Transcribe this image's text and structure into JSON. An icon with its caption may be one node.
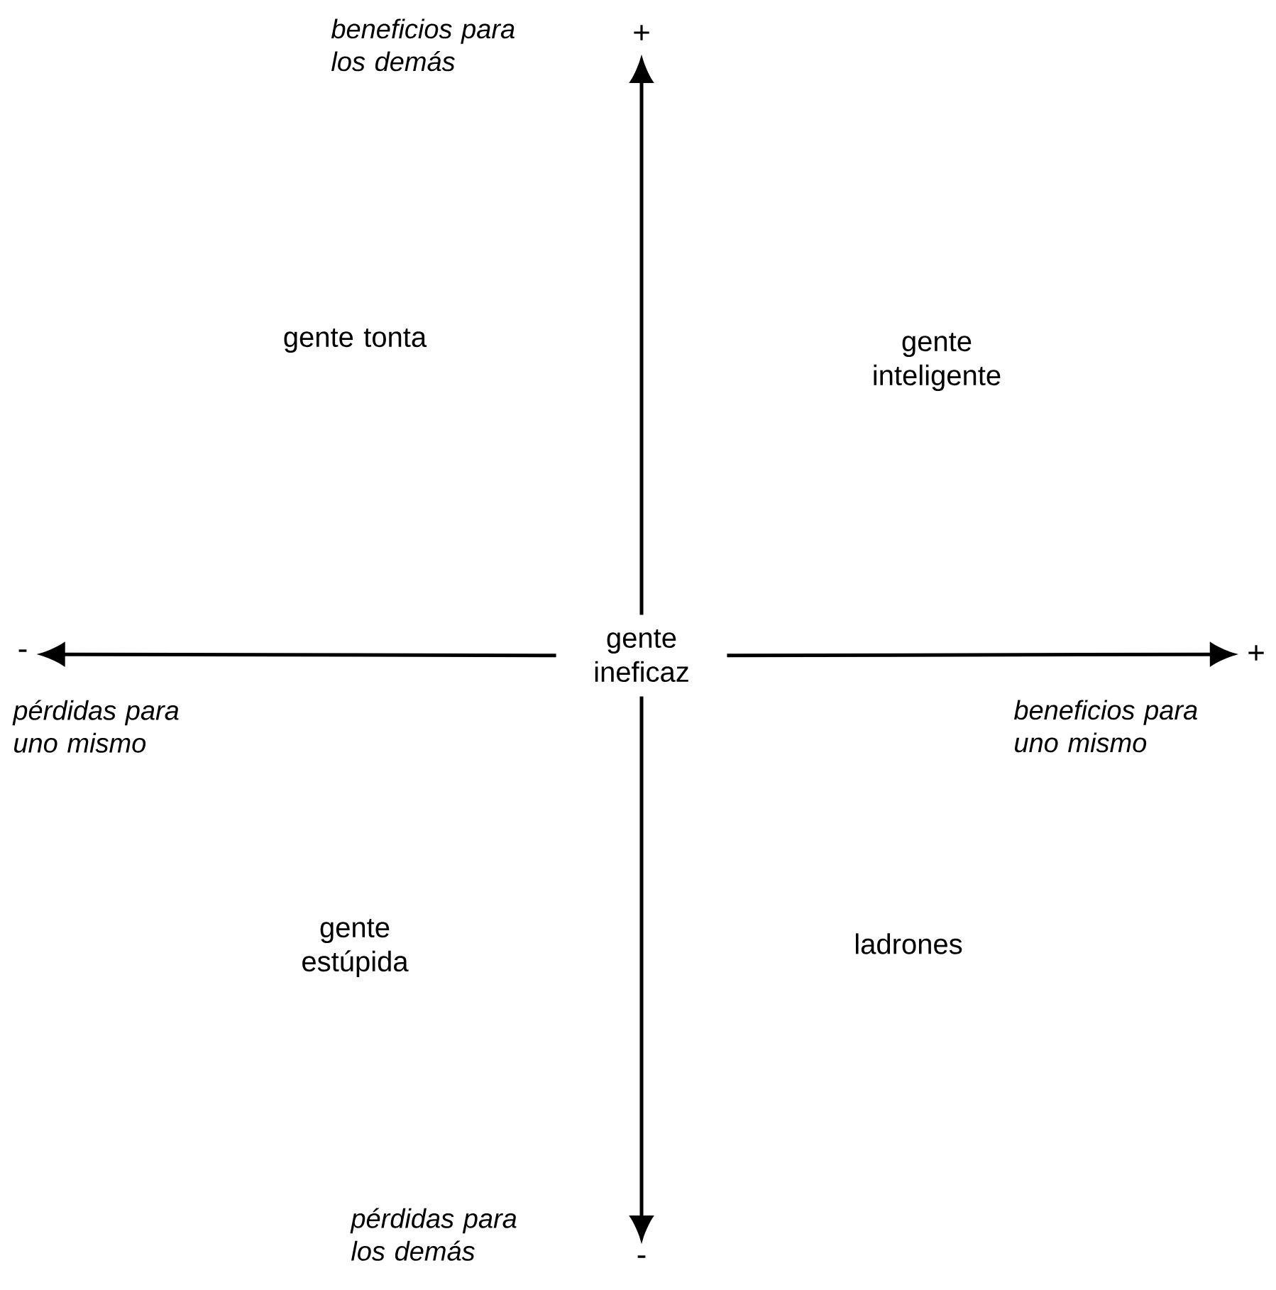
{
  "diagram": {
    "nodes": [
      {
        "text": [
          "+"
        ]
      },
      {
        "text": [
          "-"
        ]
      },
      {
        "text": [
          "gente ineficaz"
        ]
      },
      {
        "text": [
          "+"
        ]
      },
      {
        "text": [
          "-"
        ]
      }
    ],
    "edges": [
      {
        "from": 2,
        "to": 0,
        "arrow": "to"
      },
      {
        "from": 2,
        "to": 1,
        "arrow": "to"
      },
      {
        "from": 2,
        "to": 3,
        "arrow": "to"
      },
      {
        "from": 2,
        "to": 4,
        "arrow": "to"
      }
    ],
    "labels": [
      "beneficios para los demás",
      "gente tonta",
      "gente inteligente",
      "pérdidas para uno mismo",
      "beneficios para uno mismo",
      "gente estúpida",
      "ladrones",
      "pérdidas para los demás"
    ]
  }
}
